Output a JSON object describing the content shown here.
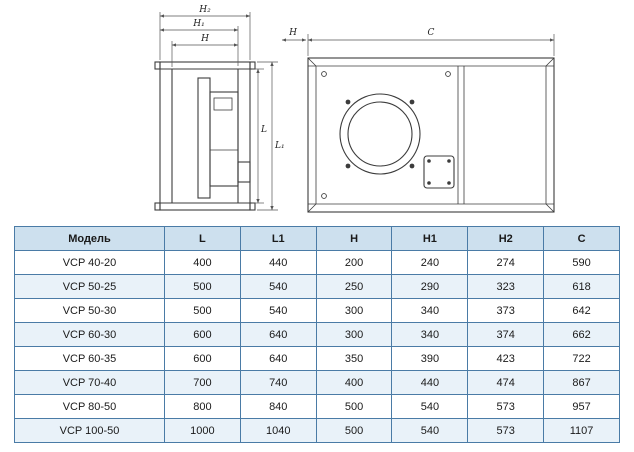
{
  "colors": {
    "header_bg": "#cde0ee",
    "row_alt_bg": "#e9f2f9",
    "row_bg": "#ffffff",
    "table_border": "#4a7ba6",
    "text": "#1a1a1a",
    "line": "#3c3c3c",
    "dim_line": "#555555"
  },
  "diagram": {
    "front_view": {
      "dim_h2": "H₂",
      "dim_h1": "H₁",
      "dim_h": "H",
      "dim_l": "L",
      "dim_l1": "L₁"
    },
    "side_view": {
      "dim_h": "H",
      "dim_c": "C"
    }
  },
  "table": {
    "headers": [
      "Модель",
      "L",
      "L1",
      "H",
      "H1",
      "H2",
      "C"
    ],
    "rows": [
      [
        "VCP 40-20",
        "400",
        "440",
        "200",
        "240",
        "274",
        "590"
      ],
      [
        "VCP 50-25",
        "500",
        "540",
        "250",
        "290",
        "323",
        "618"
      ],
      [
        "VCP 50-30",
        "500",
        "540",
        "300",
        "340",
        "373",
        "642"
      ],
      [
        "VCP 60-30",
        "600",
        "640",
        "300",
        "340",
        "374",
        "662"
      ],
      [
        "VCP 60-35",
        "600",
        "640",
        "350",
        "390",
        "423",
        "722"
      ],
      [
        "VCP 70-40",
        "700",
        "740",
        "400",
        "440",
        "474",
        "867"
      ],
      [
        "VCP 80-50",
        "800",
        "840",
        "500",
        "540",
        "573",
        "957"
      ],
      [
        "VCP 100-50",
        "1000",
        "1040",
        "500",
        "540",
        "573",
        "1107"
      ]
    ]
  }
}
